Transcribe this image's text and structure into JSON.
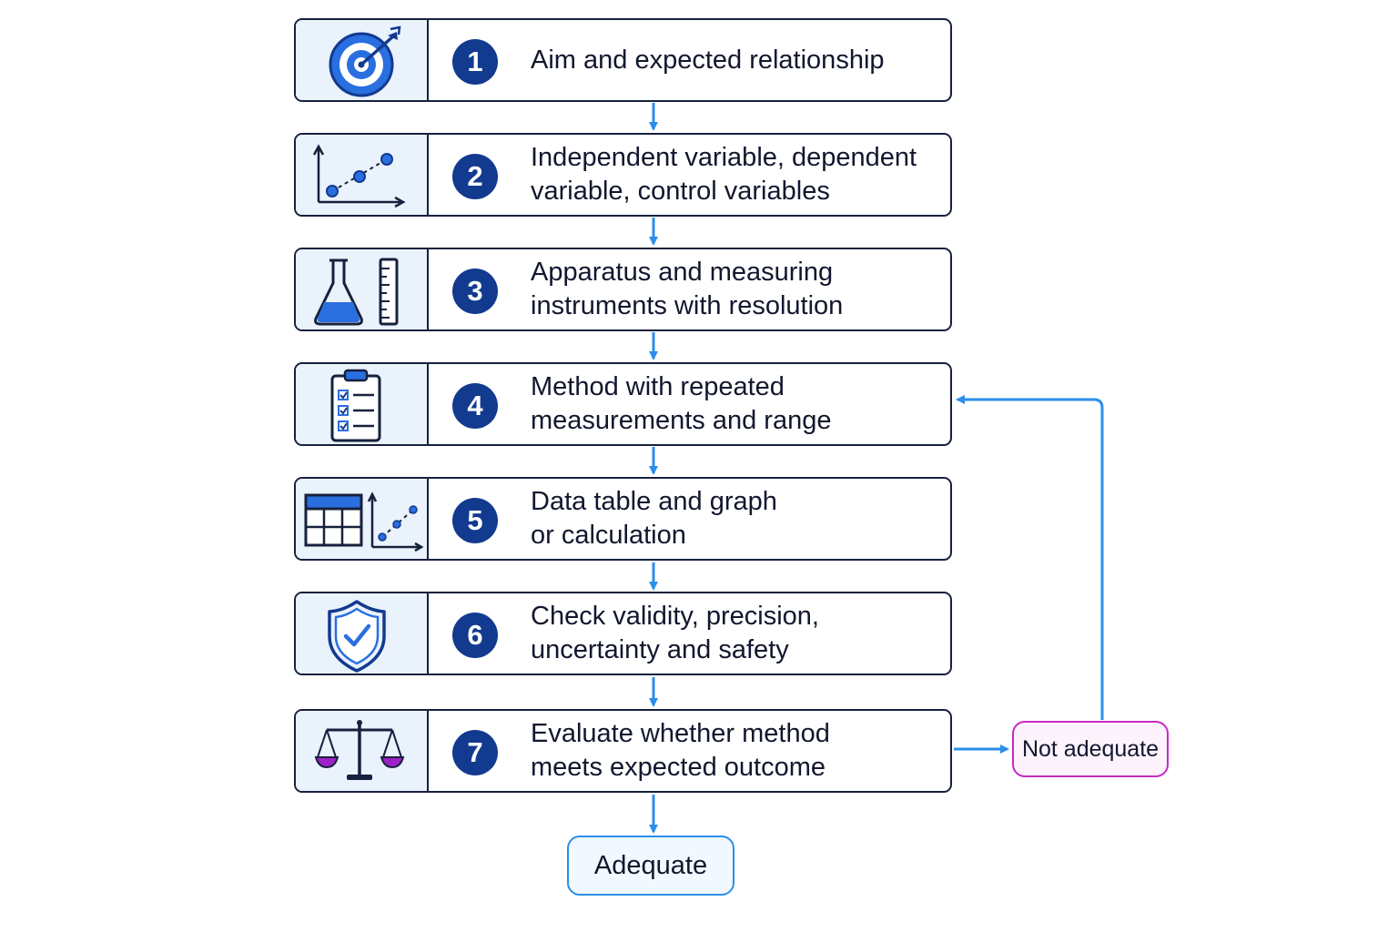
{
  "steps": [
    {
      "number": "1",
      "text": "Aim and expected relationship",
      "icon": "target-icon"
    },
    {
      "number": "2",
      "text": "Independent variable, dependent\nvariable, control variables",
      "icon": "scatter-graph-icon"
    },
    {
      "number": "3",
      "text": "Apparatus and measuring\ninstruments with resolution",
      "icon": "flask-and-ruler-icon"
    },
    {
      "number": "4",
      "text": "Method with repeated\nmeasurements and range",
      "icon": "clipboard-checklist-icon"
    },
    {
      "number": "5",
      "text": "Data table and graph\nor calculation",
      "icon": "table-and-graph-icon"
    },
    {
      "number": "6",
      "text": "Check validity, precision,\nuncertainty and safety",
      "icon": "shield-check-icon"
    },
    {
      "number": "7",
      "text": "Evaluate whether method\nmeets expected outcome",
      "icon": "balance-scale-icon"
    }
  ],
  "outcomes": {
    "not_adequate": "Not adequate",
    "adequate": "Adequate"
  },
  "colors": {
    "card_border": "#16213d",
    "icon_panel_bg": "#eaf2fc",
    "badge": "#123a8f",
    "arrow": "#2b8fe8",
    "not_adequate_border": "#c42bc4",
    "icon_magenta": "#a020c8"
  }
}
